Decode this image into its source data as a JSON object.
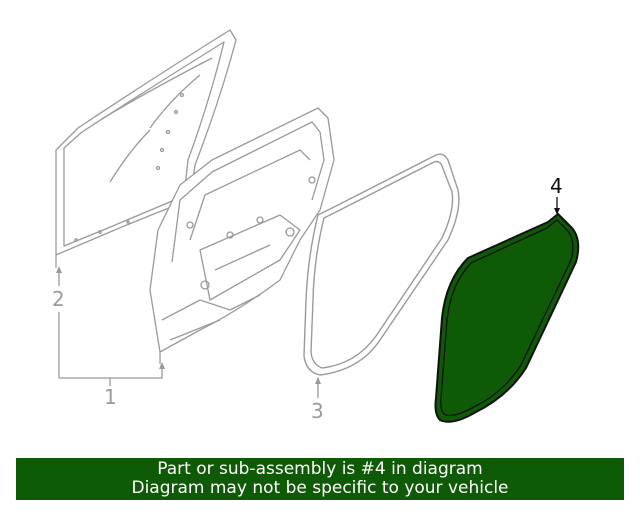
{
  "colors": {
    "highlight": "#0f5a06",
    "line_gray": "#9a9a9a",
    "text_black": "#111111",
    "banner_text": "#ffffff"
  },
  "callouts": {
    "outer_panel": "2",
    "door_shell": "1",
    "door_weatherstrip": "3",
    "highlighted_seal": "4"
  },
  "highlighted_part": "4",
  "banner": {
    "line1": "Part or sub-assembly is #4 in diagram",
    "line2": "Diagram may not be specific to your vehicle"
  }
}
